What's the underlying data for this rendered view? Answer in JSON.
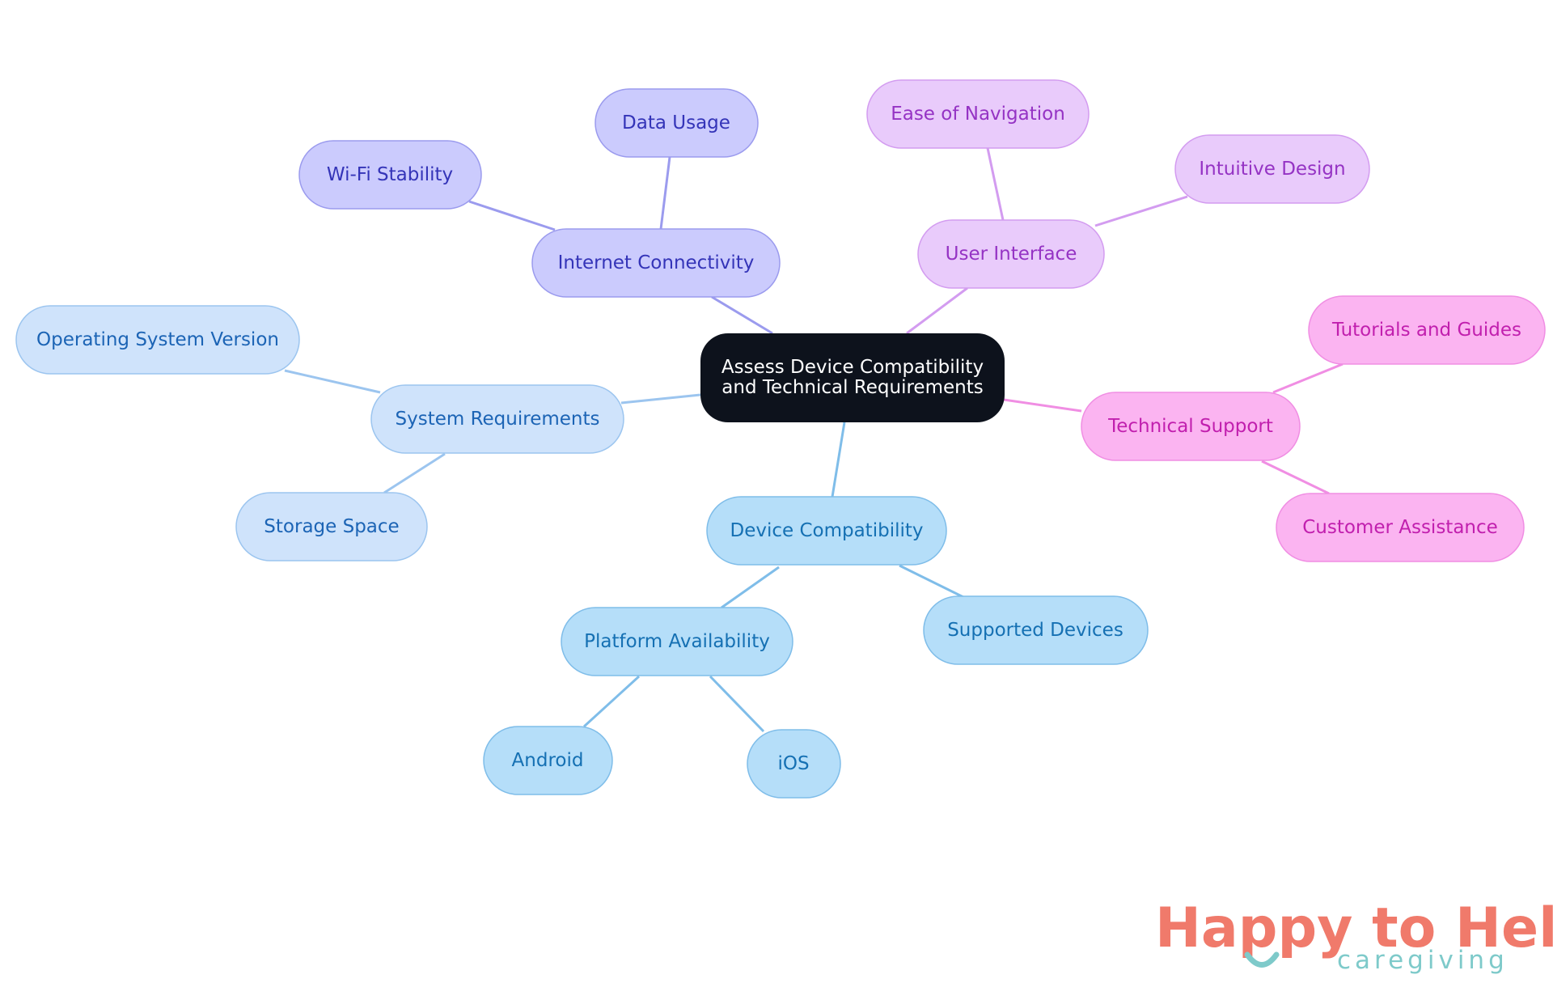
{
  "diagram": {
    "root": {
      "line1": "Assess Device Compatibility",
      "line2": "and Technical Requirements"
    },
    "branches": {
      "internet": {
        "label": "Internet Connectivity",
        "children": [
          "Data Usage",
          "Wi-Fi Stability"
        ]
      },
      "system": {
        "label": "System Requirements",
        "children": [
          "Operating System Version",
          "Storage Space"
        ]
      },
      "device": {
        "label": "Device Compatibility",
        "children": [
          "Platform Availability",
          "Supported Devices"
        ],
        "grandchildren": [
          "Android",
          "iOS"
        ]
      },
      "ui": {
        "label": "User Interface",
        "children": [
          "Ease of Navigation",
          "Intuitive Design"
        ]
      },
      "support": {
        "label": "Technical Support",
        "children": [
          "Tutorials and Guides",
          "Customer Assistance"
        ]
      }
    }
  },
  "logo": {
    "part1": "Happy",
    "part2": " to Help",
    "sub": "caregiving"
  },
  "colors": {
    "root_fill": "#0d121c",
    "root_text": "#ffffff",
    "internet_fill": "#cbcbfd",
    "internet_stroke": "#9b9bee",
    "internet_text": "#3434b8",
    "system_fill": "#cfe3fb",
    "system_stroke": "#9cc5ef",
    "system_text": "#1c64b5",
    "device_fill": "#b5def9",
    "device_stroke": "#7fbde9",
    "device_text": "#1570b3",
    "ui_fill": "#e9cbfb",
    "ui_stroke": "#d39cf0",
    "ui_text": "#9533c4",
    "support_fill": "#fbb4f1",
    "support_stroke": "#f08ee3",
    "support_text": "#c11fae",
    "logo_coral": "#f07a6b",
    "logo_teal": "#7ecaca"
  }
}
